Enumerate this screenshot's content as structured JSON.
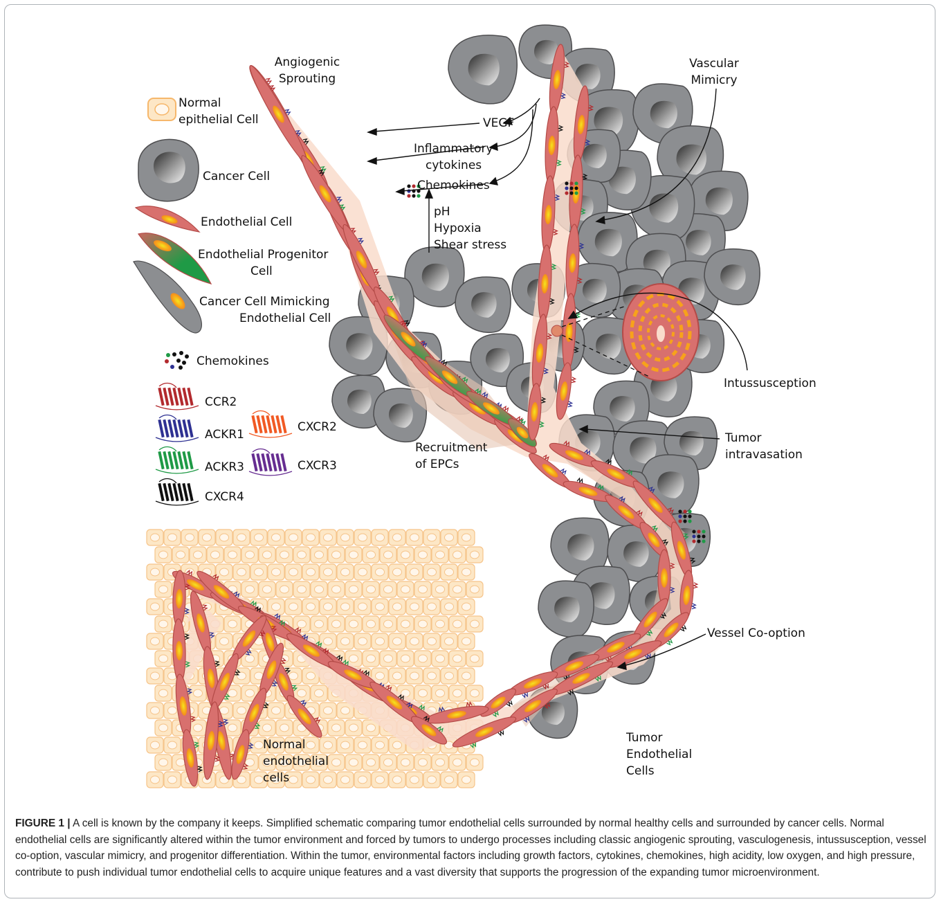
{
  "legend": {
    "normal_epithelial_cell": [
      "Normal",
      "epithelial Cell"
    ],
    "cancer_cell": "Cancer Cell",
    "endothelial_cell": "Endothelial Cell",
    "endothelial_progenitor_cell": [
      "Endothelial Progenitor",
      "Cell"
    ],
    "cancer_cell_mimicking": [
      "Cancer Cell Mimicking",
      "Endothelial Cell"
    ],
    "chemokines": "Chemokines",
    "receptors": [
      {
        "name": "CCR2",
        "color": "#b22a2e"
      },
      {
        "name": "ACKR1",
        "color": "#2e3192"
      },
      {
        "name": "ACKR3",
        "color": "#1f9a46"
      },
      {
        "name": "CXCR4",
        "color": "#111111"
      },
      {
        "name": "CXCR2",
        "color": "#f15a24"
      },
      {
        "name": "CXCR3",
        "color": "#662d91"
      }
    ]
  },
  "diagram": {
    "angiogenic_sprouting": [
      "Angiogenic",
      "Sprouting"
    ],
    "vegf": "VEGF",
    "inflammatory_cytokines": [
      "Inflammatory",
      "cytokines"
    ],
    "chemokines": "Chemokines",
    "environment": [
      "pH",
      "Hypoxia",
      "Shear stress"
    ],
    "vascular_mimicry": [
      "Vascular",
      "Mimicry"
    ],
    "intussusception": "Intussusception",
    "recruitment": [
      "Recruitment",
      "of EPCs"
    ],
    "tumor_intravasation": [
      "Tumor",
      "intravasation"
    ],
    "vessel_cooption": "Vessel Co-option",
    "tumor_endothelial_cells": [
      "Tumor",
      "Endothelial",
      "Cells"
    ],
    "normal_endothelial_cells": [
      "Normal",
      "endothelial",
      "cells"
    ]
  },
  "caption": {
    "label": "FIGURE 1 |",
    "text": "A cell is known by the company it keeps. Simplified schematic comparing tumor endothelial cells surrounded by normal healthy cells and surrounded by cancer cells. Normal endothelial cells are significantly altered within the tumor environment and forced by tumors to undergo processes including classic angiogenic sprouting, vasculogenesis, intussusception, vessel co-option, vascular mimicry, and progenitor differentiation. Within the tumor, environmental factors including growth factors, cytokines, chemokines, high acidity, low oxygen, and high pressure, contribute to push individual tumor endothelial cells to acquire unique features and a vast diversity that supports the progression of the expanding tumor microenvironment."
  },
  "colors": {
    "endothelial": "#d8706e",
    "nucleus": "#f7a21b",
    "cancer_cell": "#8c8e91",
    "epithelial": "#fde7c6",
    "lumen": "#f9dccb",
    "progenitor": "#27a344"
  }
}
